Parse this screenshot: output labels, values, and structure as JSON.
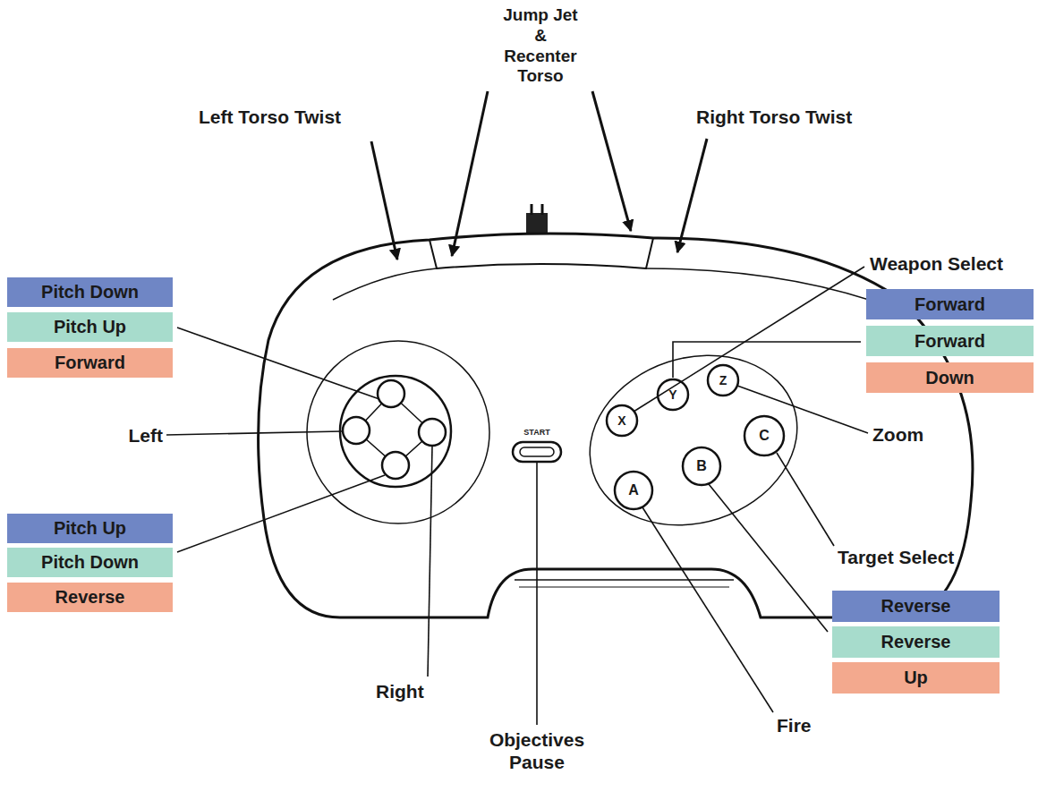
{
  "diagram": {
    "nodes": [
      {
        "text": [
          "Pitch Down"
        ]
      },
      {
        "text": [
          "Pitch Up"
        ]
      },
      {
        "text": [
          "Forward"
        ]
      },
      {
        "text": [
          "Forward"
        ]
      },
      {
        "text": [
          "Forward"
        ]
      },
      {
        "text": [
          "Down"
        ]
      },
      {
        "text": [
          "Pitch Up"
        ]
      },
      {
        "text": [
          "Pitch Down"
        ]
      },
      {
        "text": [
          "Reverse"
        ]
      },
      {
        "text": [
          "Reverse"
        ]
      },
      {
        "text": [
          "Reverse"
        ]
      },
      {
        "text": [
          "Up"
        ]
      }
    ],
    "labels": [
      "Jump Jet & Recenter Torso",
      "Left Torso Twist",
      "Right Torso Twist",
      "Weapon Select",
      "Left",
      "Zoom",
      "START",
      "X",
      "Y",
      "Z",
      "A",
      "B",
      "C",
      "Target Select",
      "Right",
      "Fire",
      "Objectives Pause"
    ]
  }
}
